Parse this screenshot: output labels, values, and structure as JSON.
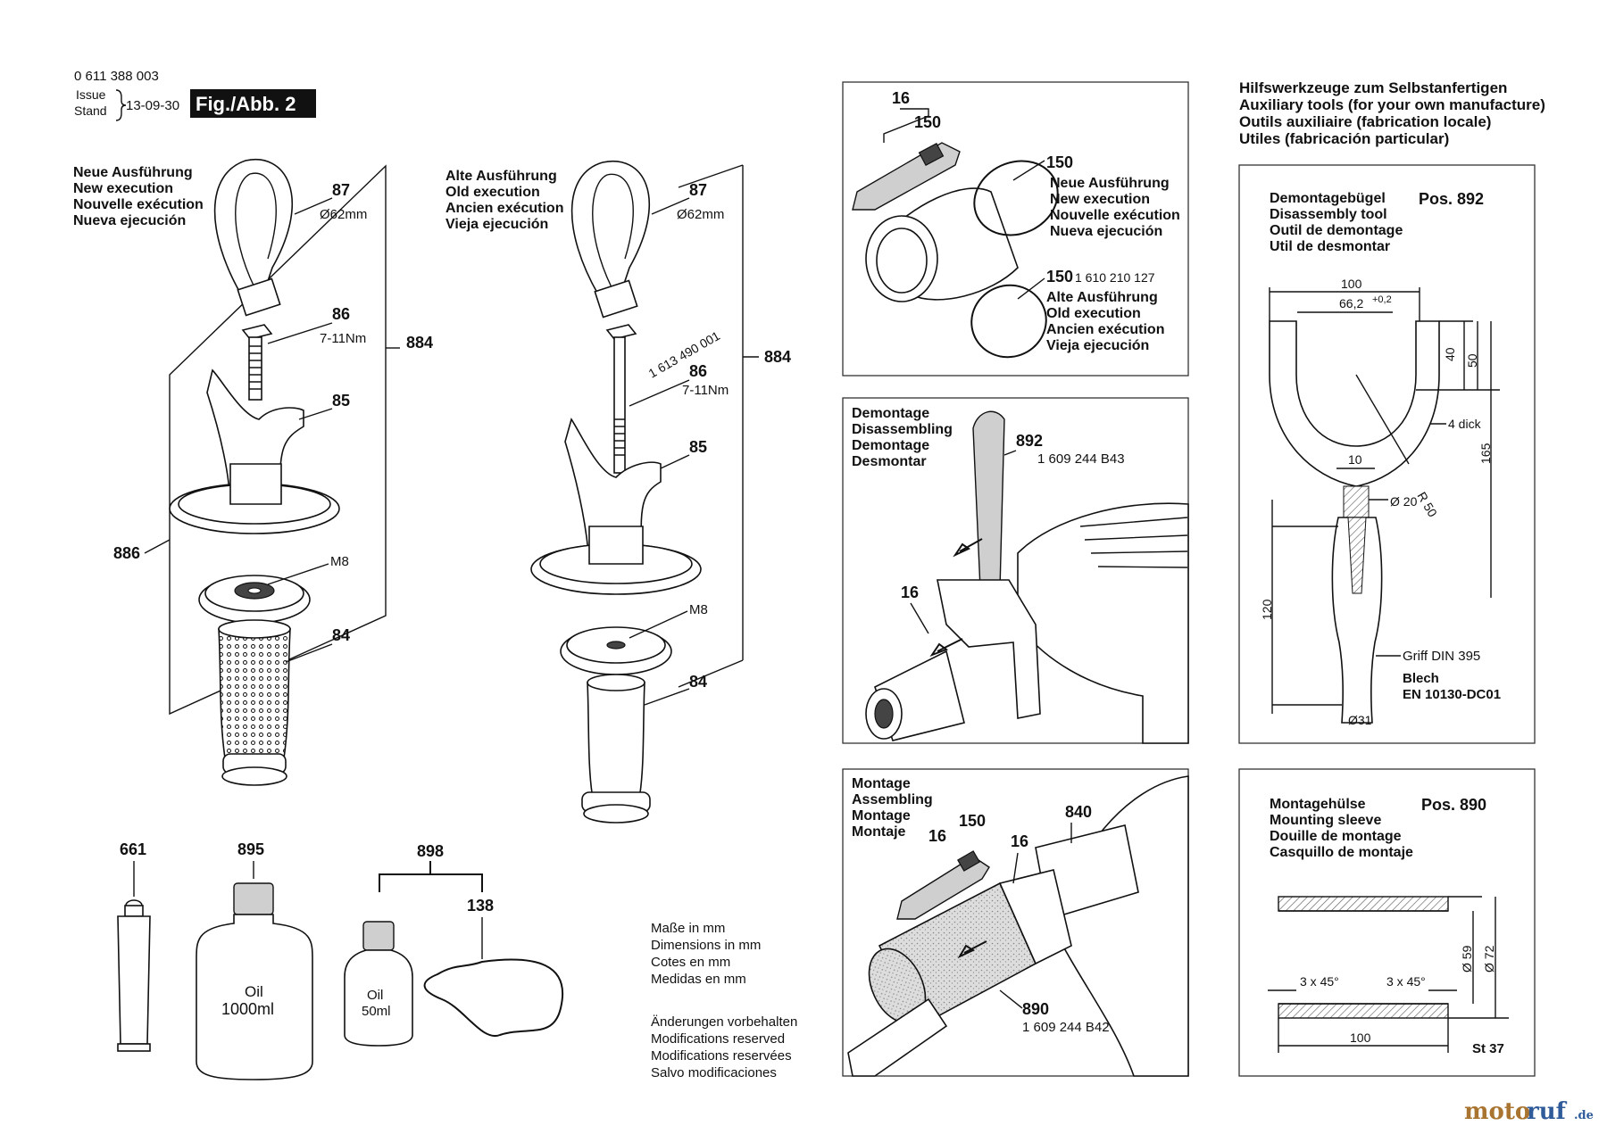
{
  "header": {
    "doc_number": "0 611 388 003",
    "issue_label": "Issue",
    "stand_label": "Stand",
    "date": "13-09-30",
    "fig_label": "Fig./Abb. 2"
  },
  "new_exec": [
    "Neue Ausführung",
    "New execution",
    "Nouvelle exécution",
    "Nueva ejecución"
  ],
  "old_exec": [
    "Alte Ausführung",
    "Old execution",
    "Ancien exécution",
    "Vieja ejecución"
  ],
  "left_assembly": {
    "p87": "87",
    "d62": "Ø62mm",
    "p86": "86",
    "torque": "7-11Nm",
    "p884": "884",
    "p85": "85",
    "p886": "886",
    "m8": "M8",
    "p84": "84"
  },
  "mid_assembly": {
    "p87": "87",
    "d62": "Ø62mm",
    "partno": "1 613 490 001",
    "p86": "86",
    "torque": "7-11Nm",
    "p884": "884",
    "p85": "85",
    "m8": "M8",
    "p84": "84"
  },
  "consumables": {
    "p661": "661",
    "p895": "895",
    "oil1000_a": "Oil",
    "oil1000_b": "1000ml",
    "p898": "898",
    "p138": "138",
    "oil50_a": "Oil",
    "oil50_b": "50ml"
  },
  "dim_note": [
    "Maße in mm",
    "Dimensions in mm",
    "Cotes en mm",
    "Medidas en mm"
  ],
  "mod_note": [
    "Änderungen vorbehalten",
    "Modifications reserved",
    "Modifications reservées",
    "Salvo modificaciones"
  ],
  "panel_rings": {
    "p16": "16",
    "p150a": "150",
    "p150b": "150",
    "new": [
      "Neue Ausführung",
      "New execution",
      "Nouvelle exécution",
      "Nueva ejecución"
    ],
    "p150c": "150",
    "partno": "1 610 210 127",
    "old": [
      "Alte Ausführung",
      "Old execution",
      "Ancien exécution",
      "Vieja ejecución"
    ]
  },
  "panel_demontage": {
    "title": [
      "Demontage",
      "Disassembling",
      "Demontage",
      "Desmontar"
    ],
    "p892": "892",
    "partno": "1 609 244 B43",
    "p16": "16"
  },
  "panel_montage": {
    "title": [
      "Montage",
      "Assembling",
      "Montage",
      "Montaje"
    ],
    "p16a": "16",
    "p150": "150",
    "p16b": "16",
    "p840": "840",
    "p890": "890",
    "partno": "1 609 244 B42"
  },
  "aux": [
    "Hilfswerkzeuge zum Selbstanfertigen",
    "Auxiliary tools (for your own manufacture)",
    "Outils auxiliaire (fabrication locale)",
    "Utiles (fabricación particular)"
  ],
  "tool892": {
    "title": [
      "Demontagebügel",
      "Disassembly tool",
      "Outil de demontage",
      "Util de desmontar"
    ],
    "pos": "Pos. 892",
    "d100": "100",
    "d66": "66,2",
    "d66tol": "+0,2",
    "d40": "40",
    "d50": "50",
    "thick": "4 dick",
    "d165": "165",
    "d10": "10",
    "r50": "R 50",
    "d20": "Ø 20",
    "d120": "120",
    "griff": "Griff DIN 395",
    "blech": "Blech",
    "en": "EN 10130-DC01",
    "d31": "Ø31"
  },
  "tool890": {
    "title": [
      "Montagehülse",
      "Mounting sleeve",
      "Douille de montage",
      "Casquillo de montaje"
    ],
    "pos": "Pos. 890",
    "d59": "Ø 59",
    "d72": "Ø 72",
    "ch1": "3 x 45°",
    "ch2": "3 x 45°",
    "d100": "100",
    "st37": "St 37"
  },
  "logo": {
    "a": "moto",
    "b": "ruf",
    "c": ".de"
  }
}
